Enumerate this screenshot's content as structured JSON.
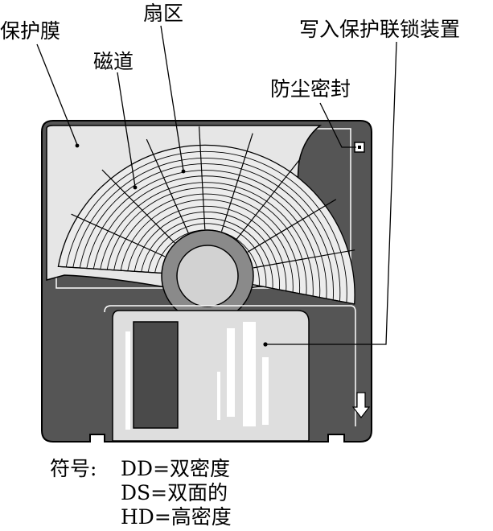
{
  "labels": {
    "protective_film": "保护膜",
    "sector": "扇区",
    "write_protect_interlock": "写入保护联锁装置",
    "track": "磁道",
    "dust_seal": "防尘密封"
  },
  "legend": {
    "prefix": "符号:",
    "items": [
      "DD=双密度",
      "DS=双面的",
      "HD=高密度"
    ]
  },
  "colors": {
    "body": "#555555",
    "film": "#e6e6e6",
    "shutter": "#dedede",
    "window": "#4a4a4a",
    "hub_ring": "#8a8a8a",
    "hub_center": "#d2d2d2",
    "line": "#000000"
  }
}
